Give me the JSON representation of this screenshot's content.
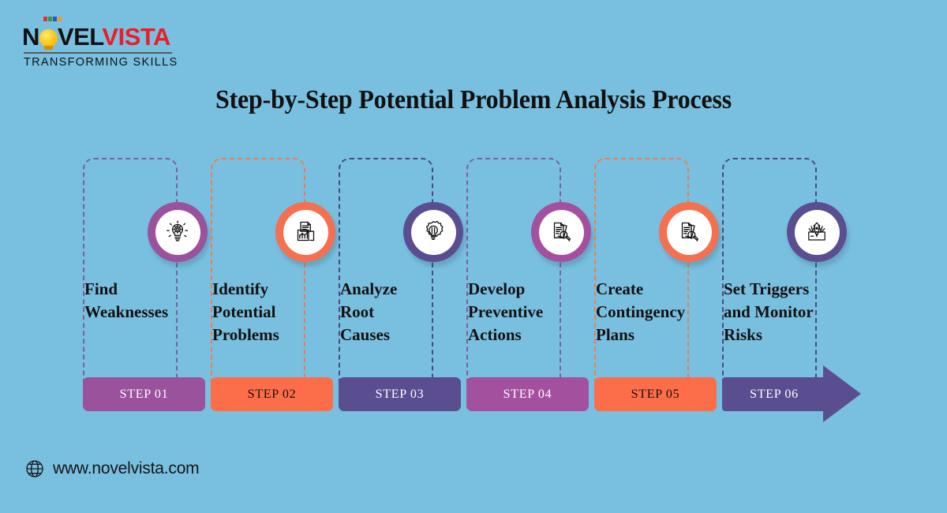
{
  "brand": {
    "logo_part1": "N",
    "logo_bulb": "O",
    "logo_part2": "VEL",
    "logo_part3": "VISTA",
    "tagline": "TRANSFORMING SKILLS",
    "colors": {
      "background": "#79c0e0",
      "red": "#ee1c25",
      "bulb_yellow": "#ffcc22",
      "purple": "#9a529c",
      "orange": "#fc6e4a",
      "indigo": "#5a4e91",
      "magenta": "#a3509f"
    },
    "pixel_swatches": [
      "#e8332a",
      "#2a9d4e",
      "#2a57c8",
      "#e8a01f"
    ]
  },
  "header": {
    "title": "Step-by-Step Potential Problem Analysis Process"
  },
  "steps": [
    {
      "label": "Find\nWeaknesses",
      "line1": "Find",
      "line2": "Weaknesses",
      "line3": "",
      "step_badge": "STEP 01",
      "color": "#9a529c",
      "border_color": "#7d5f9e",
      "icon": "lightbulb-gear-icon"
    },
    {
      "label": "Identify Potential Problems",
      "line1": "Identify",
      "line2": "Potential",
      "line3": "Problems",
      "step_badge": "STEP 02",
      "color": "#fc6e4a",
      "border_color": "#ef7c50",
      "icon": "report-bar-chart-icon"
    },
    {
      "label": "Analyze Root Causes",
      "line1": "Analyze",
      "line2": "Root",
      "line3": "Causes",
      "step_badge": "STEP 03",
      "color": "#5a4e91",
      "border_color": "#4a4a7a",
      "icon": "gear-lightbulb-icon"
    },
    {
      "label": "Develop Preventive Actions",
      "line1": "Develop",
      "line2": "Preventive",
      "line3": "Actions",
      "step_badge": "STEP 04",
      "color": "#a3509f",
      "border_color": "#7d5f9e",
      "icon": "document-magnifier-icon"
    },
    {
      "label": "Create Contingency Plans",
      "line1": "Create",
      "line2": "Contingency",
      "line3": "Plans",
      "step_badge": "STEP 05",
      "color": "#fc6e4a",
      "border_color": "#ef7c50",
      "icon": "document-magnifier-icon"
    },
    {
      "label": "Set Triggers and Monitor Risks",
      "line1": "Set Triggers",
      "line2": "and Monitor",
      "line3": "Risks",
      "step_badge": "STEP 06",
      "color": "#5a4e91",
      "border_color": "#4a4a7a",
      "icon": "rocket-launch-icon"
    }
  ],
  "footer": {
    "icon": "globe-icon",
    "url": "www.novelvista.com"
  }
}
